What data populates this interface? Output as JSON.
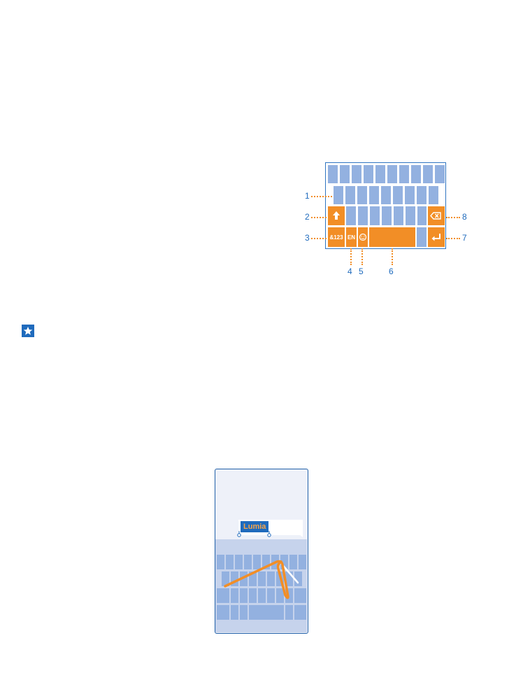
{
  "keyboard_diagram": {
    "keys": {
      "symbols": "&123",
      "language": "EN"
    },
    "callouts": [
      "1",
      "2",
      "3",
      "4",
      "5",
      "6",
      "7",
      "8"
    ]
  },
  "swipe_example": {
    "suggested_word": "Lumia"
  },
  "icons": {
    "shift": "shift-arrow-icon",
    "backspace": "backspace-icon",
    "enter": "enter-icon",
    "smiley": "smiley-icon",
    "tip": "star-icon"
  },
  "colors": {
    "key_blue": "#93b1e0",
    "key_orange": "#f28e26",
    "label_blue": "#1f6bbd"
  }
}
